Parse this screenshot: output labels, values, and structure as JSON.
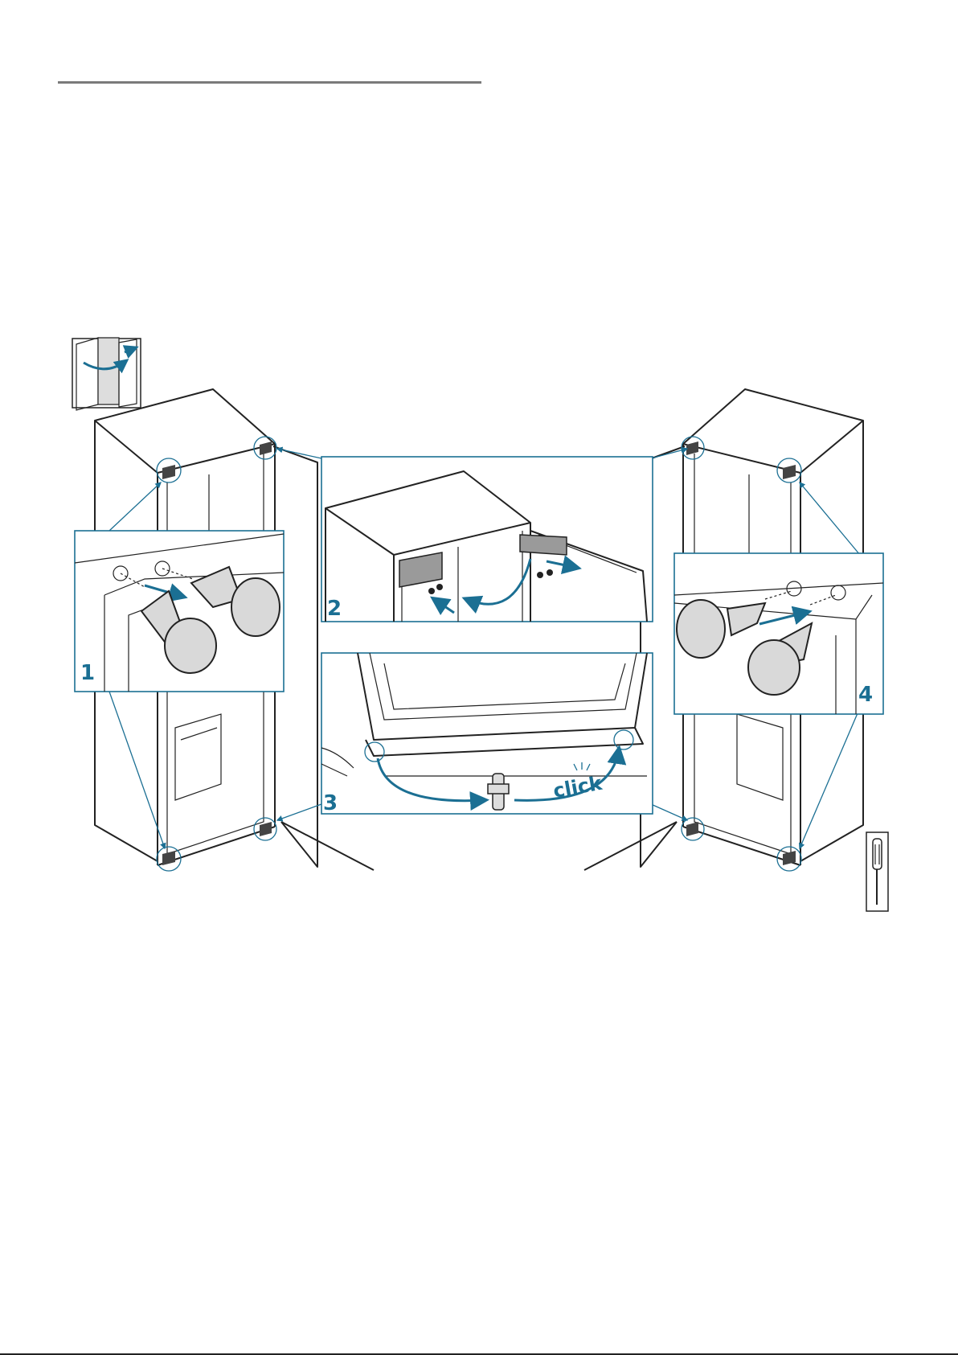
{
  "steps": [
    {
      "number": "1"
    },
    {
      "number": "2"
    },
    {
      "number": "3"
    },
    {
      "number": "4"
    }
  ],
  "click_label": "click",
  "icons": {
    "door_reversal": "door-reversal-icon",
    "tool": "screwdriver-icon"
  },
  "colors": {
    "accent": "#1b6f93",
    "cap_fill": "#d9d9d9"
  }
}
